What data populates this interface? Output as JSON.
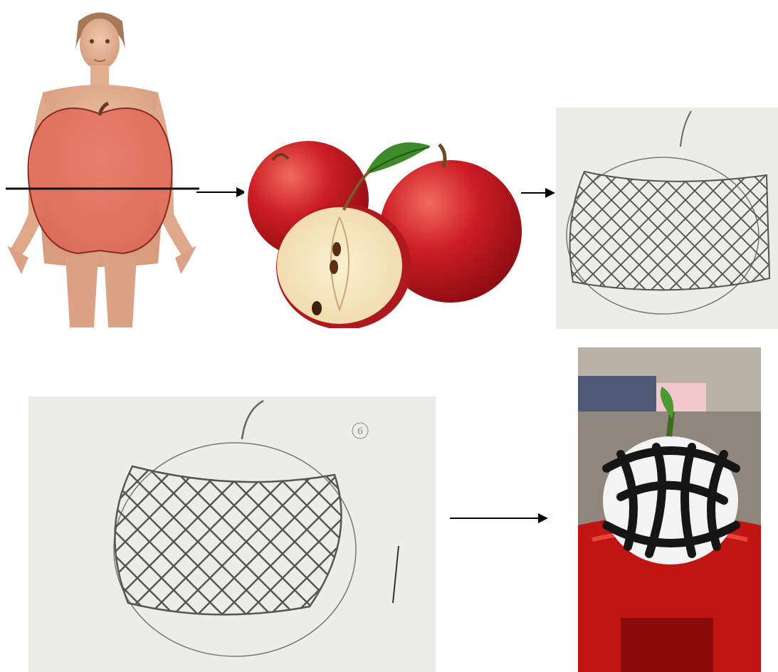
{
  "figure": {
    "panels": [
      {
        "id": "body-apple-shape",
        "icon": "apple-body-shape-illustration"
      },
      {
        "id": "red-apples-photo",
        "icon": "apple-photo"
      },
      {
        "id": "net-sketch-small",
        "icon": "pencil-sketch"
      },
      {
        "id": "net-sketch-large",
        "icon": "pencil-sketch",
        "handwritten_mark": "6"
      },
      {
        "id": "finished-net-model",
        "icon": "apple-net-model-photo"
      }
    ],
    "arrows": 3,
    "colors": {
      "apple_red": "#c8141c",
      "skin": "#e6b497",
      "overlay": "#e0463a",
      "paper": "#ecece8",
      "pencil": "#5a5a5a",
      "yarn": "#161616",
      "leaf": "#3f8a2a",
      "base_red": "#c01512"
    }
  }
}
